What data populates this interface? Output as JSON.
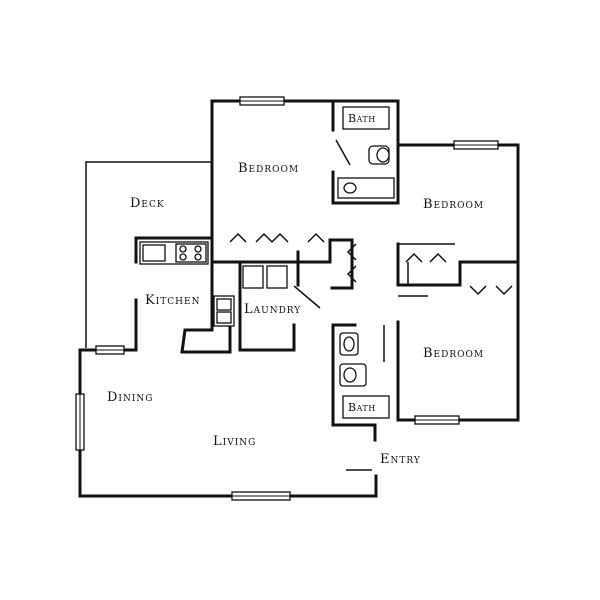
{
  "labels": {
    "deck": "Deck",
    "kitchen": "Kitchen",
    "laundry": "Laundry",
    "dining": "Dining",
    "living": "Living",
    "entry": "Entry",
    "bedroom_top": "Bedroom",
    "bedroom_right": "Bedroom",
    "bedroom_bottom": "Bedroom",
    "bath_top": "Bath",
    "bath_bottom": "Bath"
  }
}
